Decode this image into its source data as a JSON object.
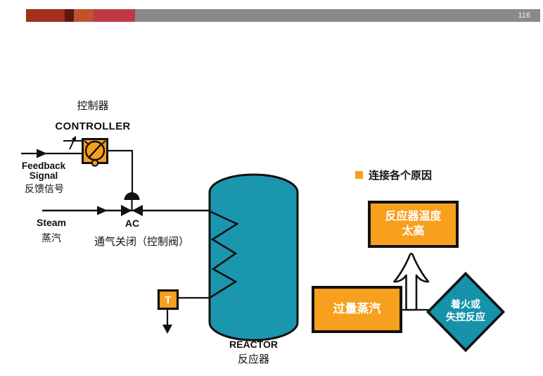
{
  "slide": {
    "page_number": "116"
  },
  "colors": {
    "orange": "#F7A01E",
    "teal": "#1B96AF",
    "teal_dark": "#1792AB",
    "bar_red": "#A1301F",
    "bar_maroon": "#5E1712",
    "bar_rust": "#C0522F",
    "bar_crimson": "#BE3943",
    "bar_gray": "#8A8A8A",
    "line": "#111111"
  },
  "diagram": {
    "controller_label_zh": "控制器",
    "controller_label_en": "CONTROLLER",
    "feedback_line1": "Feedback",
    "feedback_line2": "Signal",
    "feedback_zh": "反馈信号",
    "steam_en": "Steam",
    "steam_zh": "蒸汽",
    "valve_code": "AC",
    "valve_desc": "通气关闭（控制阀）",
    "sensor_label": "T",
    "reactor_en": "REACTOR",
    "reactor_zh": "反应器"
  },
  "legend": {
    "label": "连接各个原因"
  },
  "causes": {
    "temp_line1": "反应器温度",
    "temp_line2": "太高",
    "steam_excess": "过量蒸汽",
    "fire_line1": "着火或",
    "fire_line2": "失控反应"
  }
}
